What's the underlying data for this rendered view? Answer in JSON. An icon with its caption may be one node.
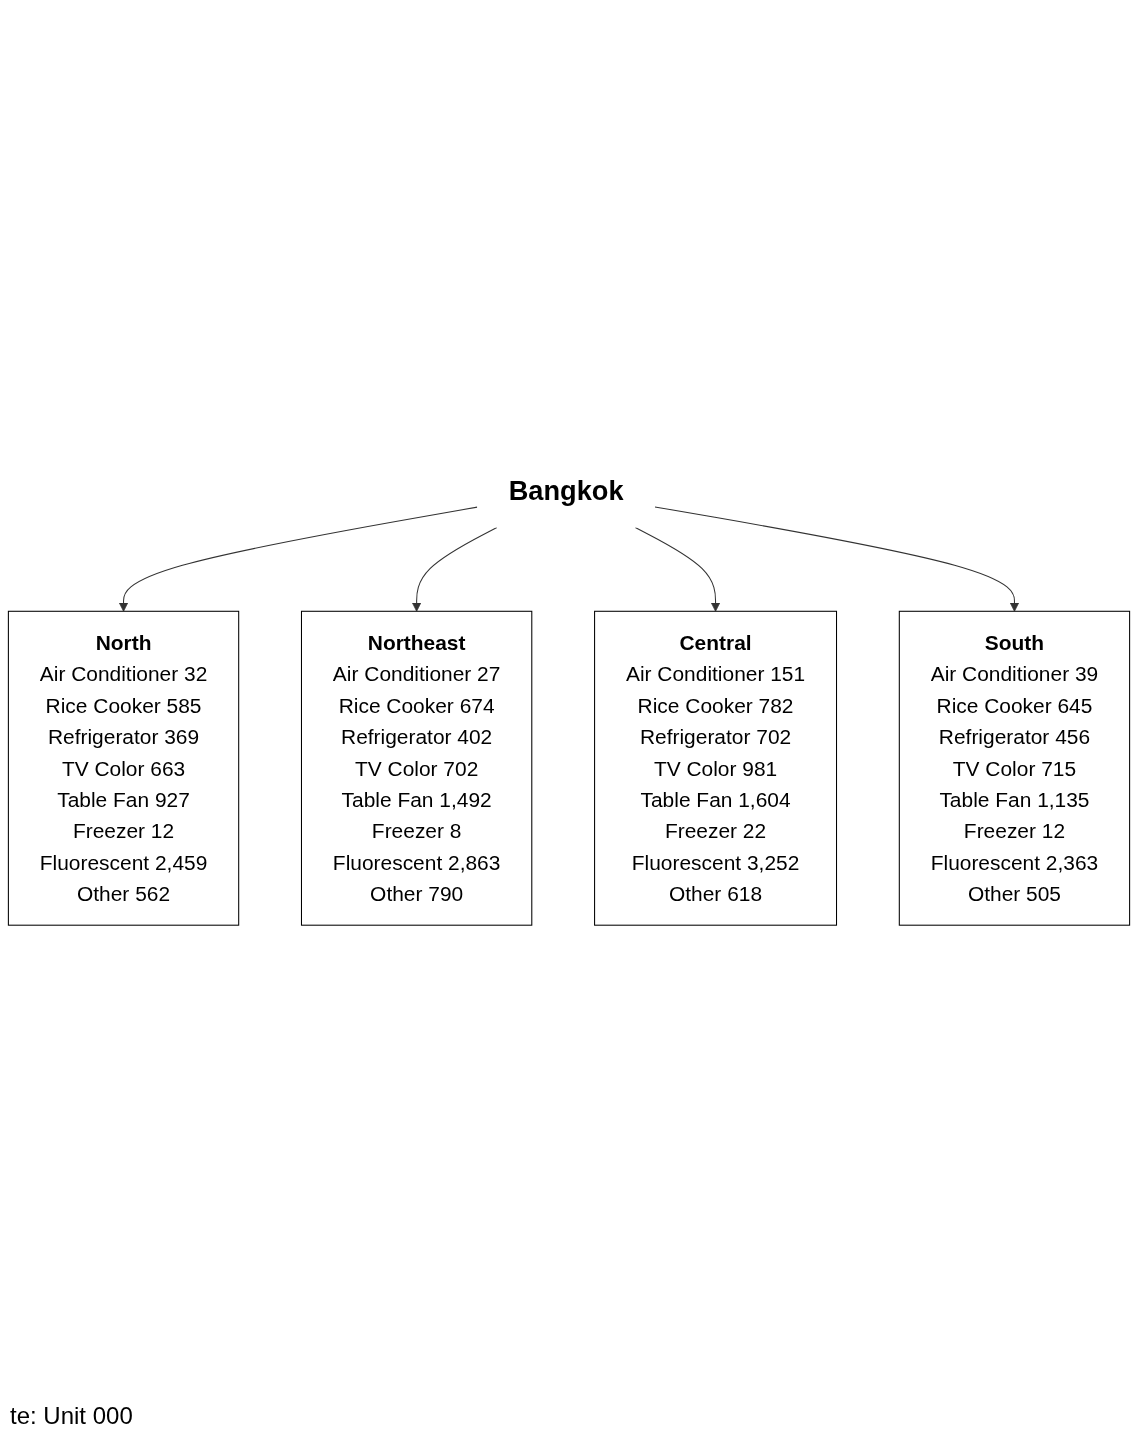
{
  "diagram": {
    "nodes": [
      {
        "text": [
          "North",
          "Air Conditioner 32",
          "Rice Cooker 585",
          "Refrigerator 369",
          "TV Color 663",
          "Table Fan 927",
          "Freezer 12",
          "Fluorescent 2,459",
          "Other 562"
        ]
      },
      {
        "text": [
          "Northeast",
          "Air Conditioner 27",
          "Rice Cooker 674",
          "Refrigerator 402",
          "TV Color 702",
          "Table Fan 1,492",
          "Freezer 8",
          "Fluorescent 2,863",
          "Other 790"
        ]
      },
      {
        "text": [
          "Central",
          "Air Conditioner 151",
          "Rice Cooker 782",
          "Refrigerator 702",
          "TV Color 981",
          "Table Fan 1,604",
          "Freezer 22",
          "Fluorescent 3,252",
          "Other 618"
        ]
      },
      {
        "text": [
          "Bangkok"
        ]
      },
      {
        "text": [
          "South",
          "Air Conditioner 39",
          "Rice Cooker 645",
          "Refrigerator 456",
          "TV Color 715",
          "Table Fan 1,135",
          "Freezer 12",
          "Fluorescent 2,363",
          "Other 505"
        ]
      }
    ],
    "edges": [
      {
        "from": 3,
        "to": 0,
        "arrow": "to"
      },
      {
        "from": 3,
        "to": 1,
        "arrow": "to"
      },
      {
        "from": 3,
        "to": 2,
        "arrow": "to"
      },
      {
        "from": 3,
        "to": 4,
        "arrow": "to"
      }
    ],
    "labels": [
      "te: Unit 000"
    ]
  }
}
